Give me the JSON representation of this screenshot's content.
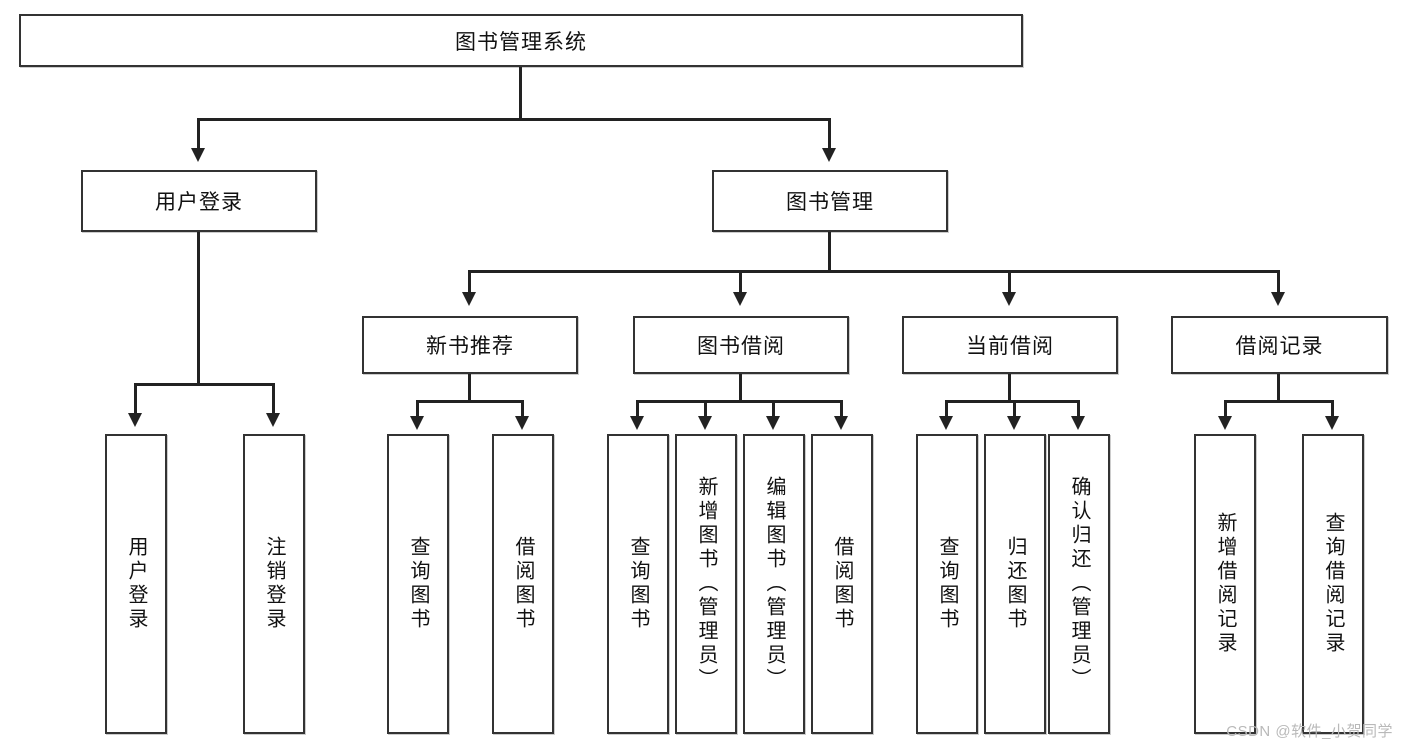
{
  "diagram": {
    "title": "图书管理系统",
    "type": "tree-hierarchy-diagram",
    "root": {
      "label": "图书管理系统"
    },
    "level2": [
      {
        "label": "用户登录"
      },
      {
        "label": "图书管理"
      }
    ],
    "level3": [
      {
        "label": "新书推荐"
      },
      {
        "label": "图书借阅"
      },
      {
        "label": "当前借阅"
      },
      {
        "label": "借阅记录"
      }
    ],
    "leaves": {
      "user_login": [
        {
          "label": "用户登录"
        },
        {
          "label": "注销登录"
        }
      ],
      "new_book_recommend": [
        {
          "label": "查询图书"
        },
        {
          "label": "借阅图书"
        }
      ],
      "book_borrow": [
        {
          "label": "查询图书"
        },
        {
          "label": "新增图书（管理员）"
        },
        {
          "label": "编辑图书（管理员）"
        },
        {
          "label": "借阅图书"
        }
      ],
      "current_borrow": [
        {
          "label": "查询图书"
        },
        {
          "label": "归还图书"
        },
        {
          "label": "确认归还（管理员）"
        }
      ],
      "borrow_record": [
        {
          "label": "新增借阅记录"
        },
        {
          "label": "查询借阅记录"
        }
      ]
    }
  },
  "watermark": {
    "text": "CSDN @软件_小贺同学"
  },
  "colors": {
    "box_border": "#333333",
    "line": "#222222",
    "background": "#ffffff",
    "text": "#111111",
    "watermark": "#b9b9b9"
  }
}
